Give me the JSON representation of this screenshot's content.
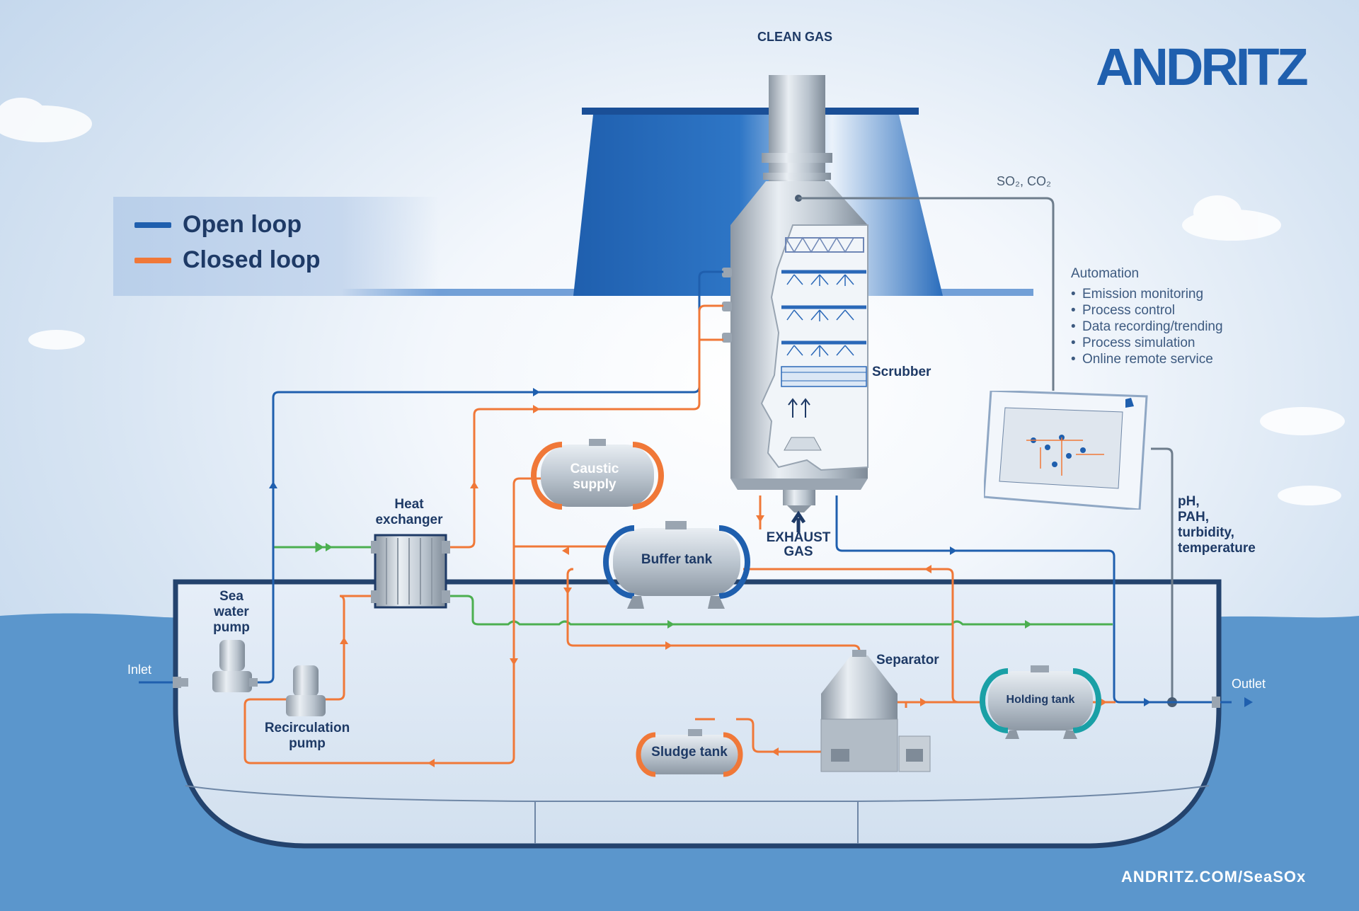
{
  "logo": {
    "text": "ANDRITZ"
  },
  "legend": {
    "open_loop": "Open loop",
    "closed_loop": "Closed loop",
    "open_color": "#1f5fae",
    "closed_color": "#f07838"
  },
  "labels": {
    "clean_gas": "CLEAN GAS",
    "so2_co2": "SO₂, CO₂",
    "scrubber": "Scrubber",
    "exhaust_gas_1": "EXHAUST",
    "exhaust_gas_2": "GAS",
    "caustic_supply_1": "Caustic",
    "caustic_supply_2": "supply",
    "heat_exchanger_1": "Heat",
    "heat_exchanger_2": "exchanger",
    "buffer_tank": "Buffer tank",
    "sea_water_pump_1": "Sea",
    "sea_water_pump_2": "water",
    "sea_water_pump_3": "pump",
    "recirculation_pump_1": "Recirculation",
    "recirculation_pump_2": "pump",
    "inlet": "Inlet",
    "outlet": "Outlet",
    "separator": "Separator",
    "holding_tank": "Holding tank",
    "sludge_tank": "Sludge tank",
    "sensors_1": "pH,",
    "sensors_2": "PAH,",
    "sensors_3": "turbidity,",
    "sensors_4": "temperature"
  },
  "automation": {
    "title": "Automation",
    "items": [
      "Emission monitoring",
      "Process control",
      "Data recording/trending",
      "Process simulation",
      "Online remote service"
    ]
  },
  "footer": {
    "url": "ANDRITZ.COM/SeaSOx"
  },
  "colors": {
    "navy": "#1e3a66",
    "open": "#1f5fae",
    "closed": "#f07838",
    "green": "#4caf50",
    "sea": "#5b96cc",
    "hull": "#dde8f4",
    "steel": "#b8c2cc"
  }
}
